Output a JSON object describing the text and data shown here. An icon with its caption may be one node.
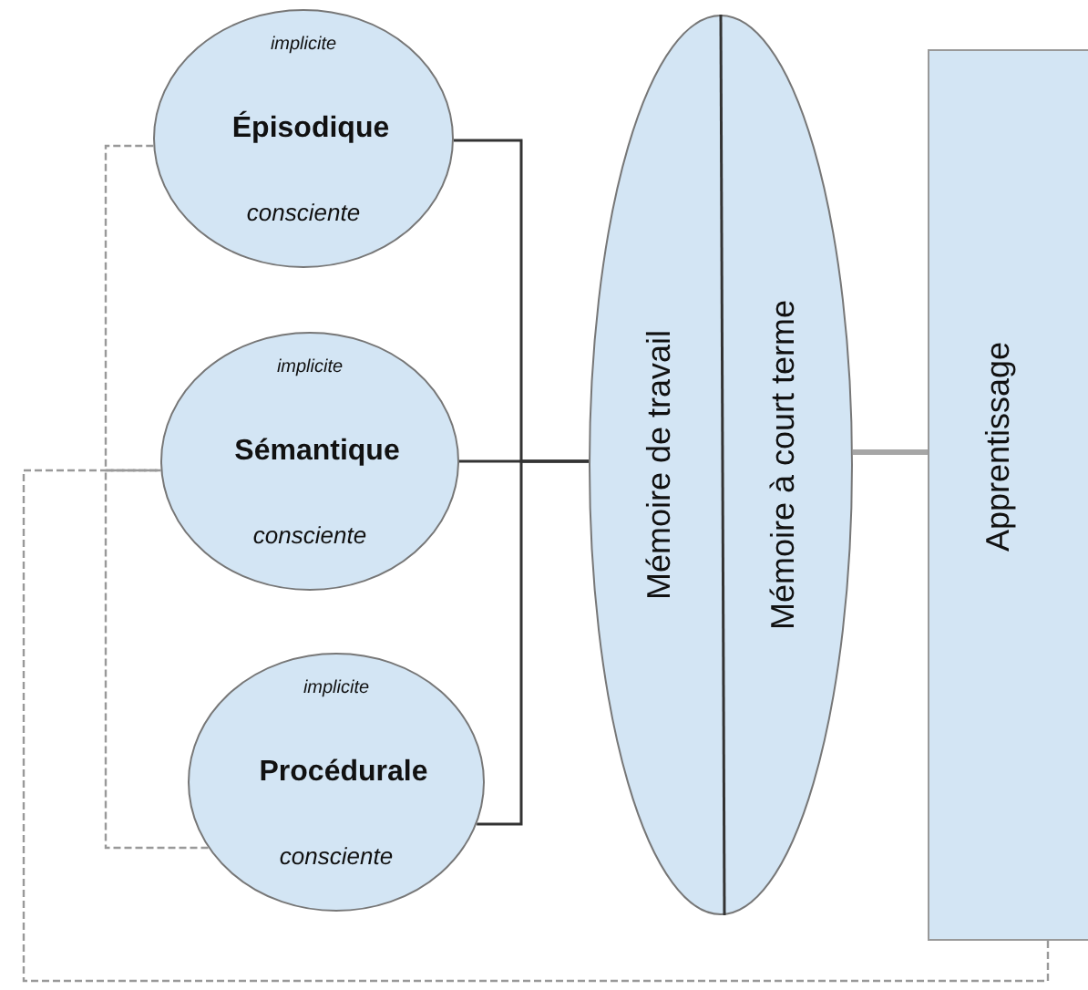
{
  "diagram": {
    "nodes": [
      {
        "text": [
          "implicite",
          "Épisodique",
          "consciente"
        ]
      },
      {
        "text": [
          "implicite",
          "Séman**tique**",
          "consciente"
        ]
      },
      {
        "text": [
          "implicite",
          "Procédurale",
          "consciente"
        ]
      },
      {
        "text": [
          "Mémoire de travail",
          "Mémoire à court terme"
        ]
      },
      {
        "text": [
          "Apprentissage"
        ]
      }
    ],
    "edges": [
      {
        "from": 0,
        "to": 3,
        "arrow": "none"
      },
      {
        "from": 1,
        "to": 3,
        "arrow": "none"
      },
      {
        "from": 2,
        "to": 3,
        "arrow": "none"
      },
      {
        "from": 3,
        "to": 4,
        "arrow": "none",
        "style": "thick",
        "color": "#a6a6a6"
      },
      {
        "from": 0,
        "to": 1,
        "arrow": "none",
        "style": "dashed",
        "color": "#999999"
      },
      {
        "from": 2,
        "to": 1,
        "arrow": "none",
        "style": "dashed",
        "color": "#999999"
      },
      {
        "from": 4,
        "to": 1,
        "arrow": "none",
        "style": "dashed",
        "color": "#999999"
      }
    ]
  }
}
